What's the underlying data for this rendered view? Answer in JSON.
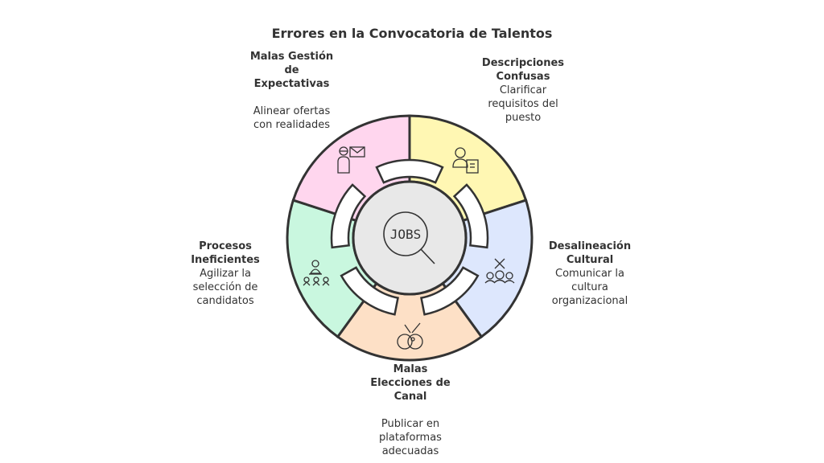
{
  "title": "Errores en la Convocatoria de Talentos",
  "center_label": "JOBS",
  "segments": [
    {
      "title": "Descripciones Confusas",
      "desc": "Clarificar requisitos del puesto",
      "color": "#fff7b3",
      "icon": "candidate-document-icon"
    },
    {
      "title": "Desalineación Cultural",
      "desc": "Comunicar la cultura organizacional",
      "color": "#dde7fd",
      "icon": "team-mismatch-icon"
    },
    {
      "title": "Malas Elecciones de Canal",
      "desc": "Publicar en plataformas adecuadas",
      "color": "#fde0c6",
      "icon": "wrong-channel-icon"
    },
    {
      "title": "Procesos Ineficientes",
      "desc": "Agilizar la selección de candidatos",
      "color": "#c9f7df",
      "icon": "interview-panel-icon"
    },
    {
      "title": "Malas Gestión de Expectativas",
      "desc": "Alinear ofertas con realidades",
      "color": "#ffd6ee",
      "icon": "person-message-icon"
    }
  ]
}
